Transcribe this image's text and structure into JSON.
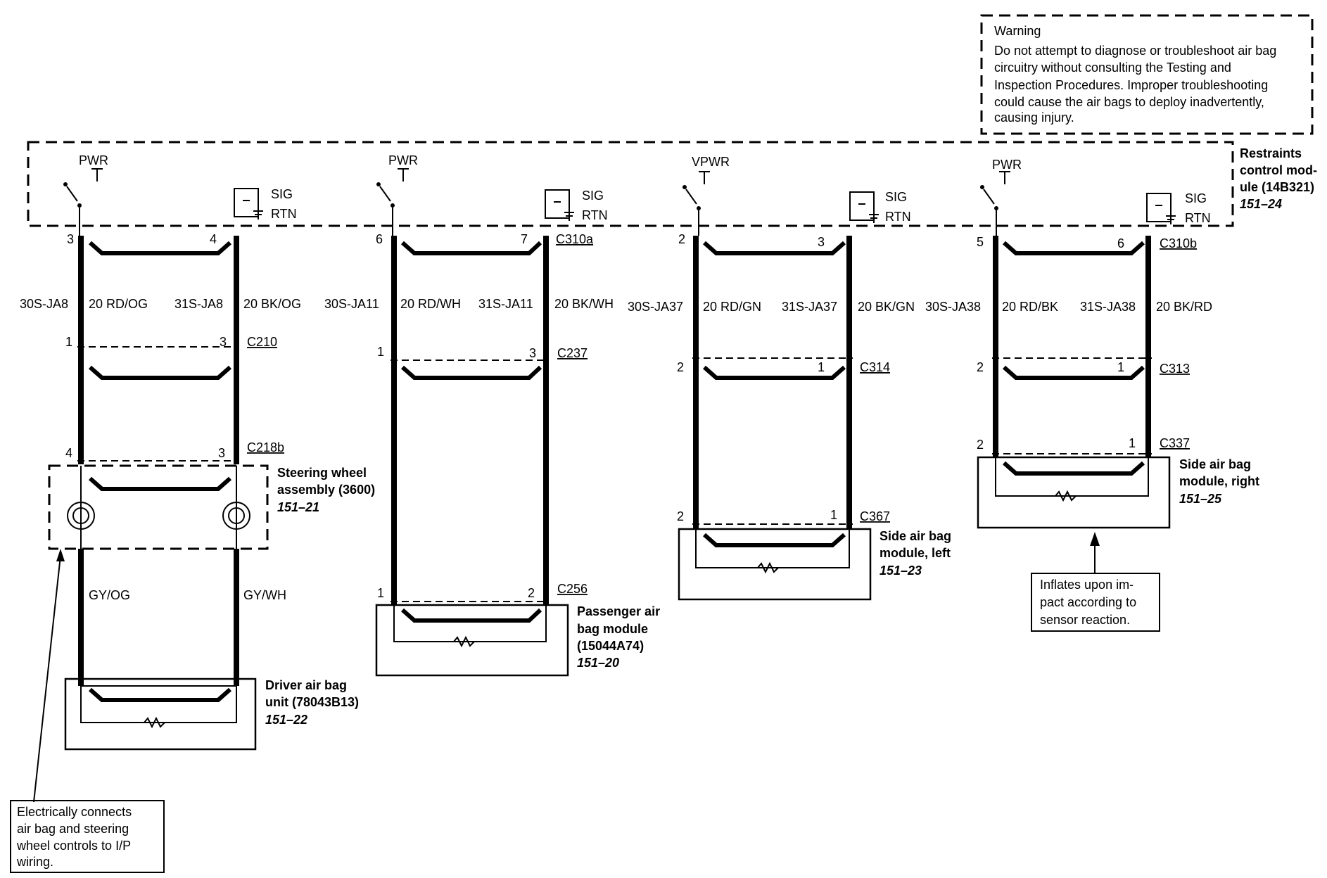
{
  "warning": {
    "title": "Warning",
    "lines": [
      "Do not attempt to diagnose or troubleshoot air bag",
      "circuitry without consulting the Testing and",
      "Inspection Procedures. Improper troubleshooting",
      "could cause the air bags to deploy inadvertently,",
      "causing injury."
    ]
  },
  "module": {
    "name_lines": [
      "Restraints",
      "control mod-",
      "ule (14B321)"
    ],
    "ref": "151–24"
  },
  "circuits": [
    {
      "power_label": "PWR",
      "sig_label": "SIG",
      "rtn_label": "RTN",
      "pin_left": "3",
      "pin_right": "4",
      "module_connector": "",
      "left_circuit": "30S-JA8",
      "left_wire": "20 RD/OG",
      "right_circuit": "31S-JA8",
      "right_wire": "20 BK/OG",
      "c1_pin_left": "1",
      "c1_pin_right": "3",
      "c1_name": "C210",
      "c2_pin_left": "4",
      "c2_pin_right": "3",
      "c2_name": "C218b",
      "assembly_lines": [
        "Steering wheel",
        "assembly (3600)"
      ],
      "assembly_ref": "151–21",
      "lower_left_wire": "GY/OG",
      "lower_right_wire": "GY/WH",
      "component_lines": [
        "Driver air bag",
        "unit (78043B13)"
      ],
      "component_ref": "151–22"
    },
    {
      "power_label": "PWR",
      "sig_label": "SIG",
      "rtn_label": "RTN",
      "pin_left": "6",
      "pin_right": "7",
      "module_connector": "C310a",
      "left_circuit": "30S-JA11",
      "left_wire": "20 RD/WH",
      "right_circuit": "31S-JA11",
      "right_wire": "20 BK/WH",
      "c1_pin_left": "1",
      "c1_pin_right": "3",
      "c1_name": "C237",
      "c2_pin_left": "1",
      "c2_pin_right": "2",
      "c2_name": "C256",
      "component_lines": [
        "Passenger air",
        "bag module",
        "(15044A74)"
      ],
      "component_ref": "151–20"
    },
    {
      "power_label": "VPWR",
      "sig_label": "SIG",
      "rtn_label": "RTN",
      "pin_left": "2",
      "pin_right": "3",
      "module_connector": "",
      "left_circuit": "30S-JA37",
      "left_wire": "20 RD/GN",
      "right_circuit": "31S-JA37",
      "right_wire": "20 BK/GN",
      "c1_pin_left": "2",
      "c1_pin_right": "1",
      "c1_name": "C314",
      "c2_pin_left": "2",
      "c2_pin_right": "1",
      "c2_name": "C367",
      "component_lines": [
        "Side air bag",
        "module, left"
      ],
      "component_ref": "151–23"
    },
    {
      "power_label": "PWR",
      "sig_label": "SIG",
      "rtn_label": "RTN",
      "pin_left": "5",
      "pin_right": "6",
      "module_connector": "C310b",
      "left_circuit": "30S-JA38",
      "left_wire": "20 RD/BK",
      "right_circuit": "31S-JA38",
      "right_wire": "20 BK/RD",
      "c1_pin_left": "2",
      "c1_pin_right": "1",
      "c1_name": "C313",
      "c2_pin_left": "2",
      "c2_pin_right": "1",
      "c2_name": "C337",
      "component_lines": [
        "Side air bag",
        "module, right"
      ],
      "component_ref": "151–25"
    }
  ],
  "notes": {
    "clockspring": [
      "Electrically connects",
      "air bag and steering",
      "wheel controls to I/P",
      "wiring."
    ],
    "inflates": [
      "Inflates upon im-",
      "pact according to",
      "sensor reaction."
    ]
  }
}
